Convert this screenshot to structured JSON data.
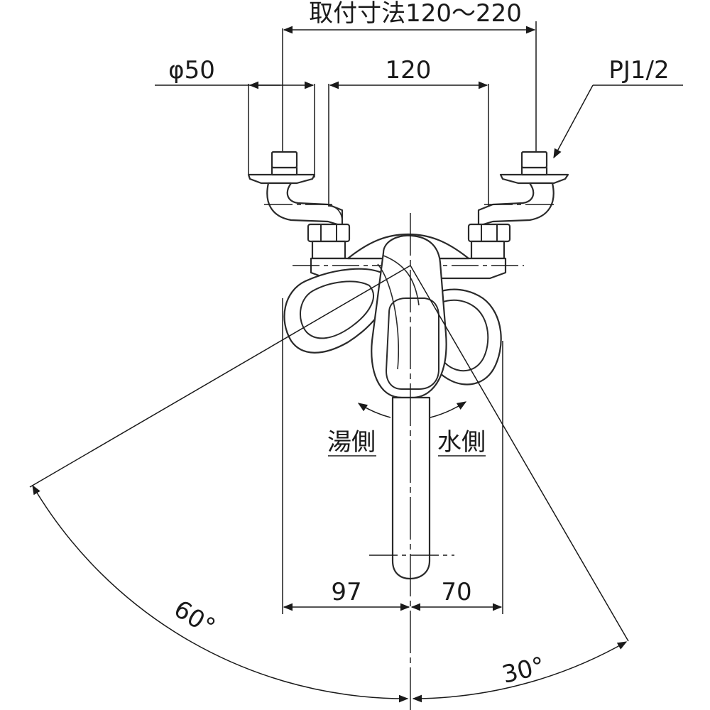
{
  "dimensions": {
    "mounting_range": "取付寸法120～220",
    "diameter": "φ50",
    "center_distance": "120",
    "pipe_thread": "PJ1/2",
    "left_reach": "97",
    "right_reach": "70",
    "hot_angle": "60°",
    "cold_angle": "30°"
  },
  "labels": {
    "hot_side": "湯側",
    "cold_side": "水側"
  }
}
